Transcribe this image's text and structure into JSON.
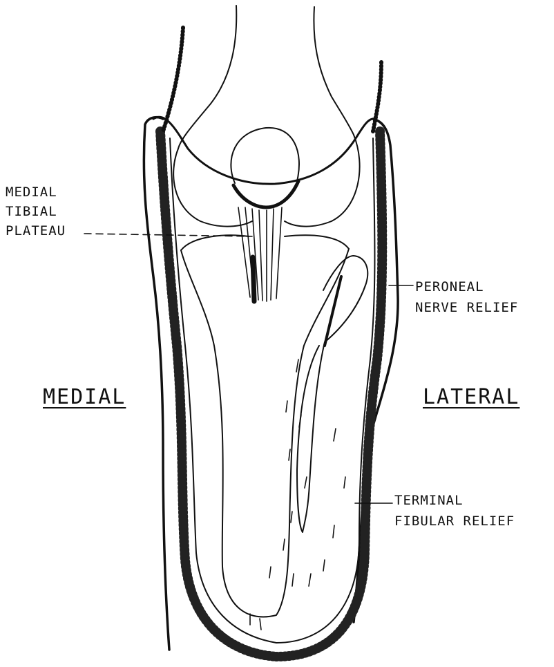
{
  "labels": {
    "medial_tibial_plateau": [
      "MEDIAL",
      "TIBIAL",
      "PLATEAU"
    ],
    "peroneal_nerve_relief": [
      "PERONEAL",
      "NERVE RELIEF"
    ],
    "terminal_fibular_relief": [
      "TERMINAL",
      "FIBULAR RELIEF"
    ],
    "medial_side": "MEDIAL",
    "lateral_side": "LATERAL"
  },
  "colors": {
    "ink": "#111111",
    "paper": "#ffffff"
  }
}
